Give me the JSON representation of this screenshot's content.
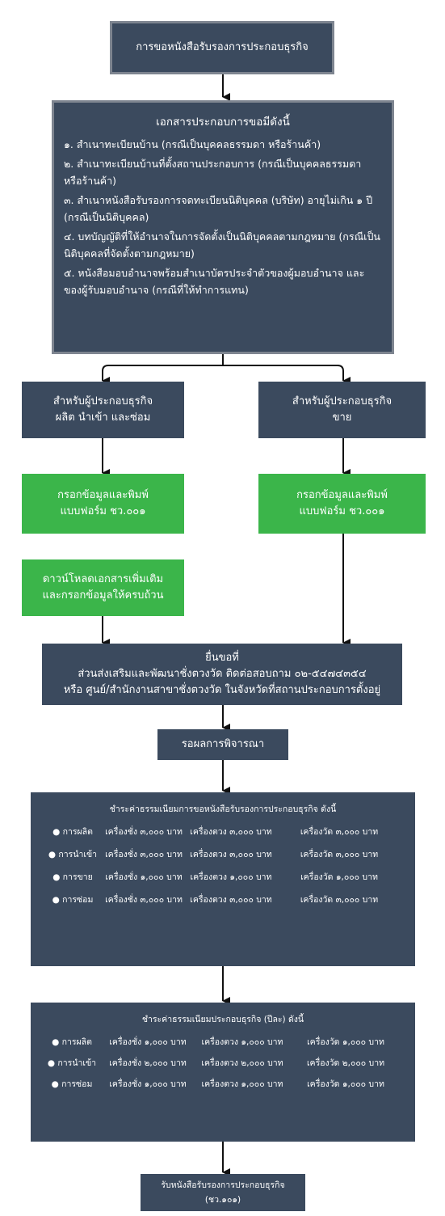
{
  "start": "การขอหนังสือรับรองการประกอบธุรกิจ",
  "documents": {
    "title": "เอกสารประกอบการขอมีดังนี้",
    "items": [
      "๑. สำเนาทะเบียนบ้าน (กรณีเป็นบุคคลธรรมดา หรือร้านค้า)",
      "๒. สำเนาทะเบียนบ้านที่ตั้งสถานประกอบการ (กรณีเป็นบุคคลธรรมดา หรือร้านค้า)",
      "๓. สำเนาหนังสือรับรองการจดทะเบียนนิติบุคคล (บริษัท) อายุไม่เกิน ๑ ปี (กรณีเป็นนิติบุคคล)",
      "๔. บทบัญญัติที่ให้อำนาจในการจัดตั้งเป็นนิติบุคคลตามกฎหมาย (กรณีเป็นนิติบุคคลที่จัดตั้งตามกฎหมาย)",
      "๕. หนังสือมอบอำนาจพร้อมสำเนาบัตรประจำตัวของผู้มอบอำนาจ และของผู้รับมอบอำนาจ (กรณีที่ให้ทำการแทน)"
    ]
  },
  "left_branch": {
    "line1": "สำหรับผู้ประกอบธุรกิจ",
    "line2": "ผลิต นำเข้า และซ่อม",
    "form_line1": "กรอกข้อมูลและพิมพ์",
    "form_line2": "แบบฟอร์ม ชว.๐๐๑",
    "download_line1": "ดาวน์โหลดเอกสารเพิ่มเติม",
    "download_line2": "และกรอกข้อมูลให้ครบถ้วน"
  },
  "right_branch": {
    "line1": "สำหรับผู้ประกอบธุรกิจ",
    "line2": "ขาย",
    "form_line1": "กรอกข้อมูลและพิมพ์",
    "form_line2": "แบบฟอร์ม ชว.๐๐๑"
  },
  "submit": {
    "line1": "ยื่นขอที่",
    "line2": "ส่วนส่งเสริมและพัฒนาชั่งตวงวัด ติดต่อสอบถาม ๐๒-๕๔๗๔๓๕๔",
    "line3": "หรือ ศูนย์/สำนักงานสาขาชั่งตวงวัด ในจังหวัดที่สถานประกอบการตั้งอยู่"
  },
  "wait": "รอผลการพิจารณา",
  "fee_certificate": {
    "title": "ชำระค่าธรรมเนียมการขอหนังสือรับรองการประกอบธุรกิจ ดังนี้",
    "rows": [
      {
        "type": "● การผลิต",
        "scale": "เครื่องชั่ง ๓,๐๐๐ บาท",
        "measure": "เครื่องตวง ๓,๐๐๐ บาท",
        "gauge": "เครื่องวัด ๓,๐๐๐ บาท"
      },
      {
        "type": "● การนำเข้า",
        "scale": "เครื่องชั่ง ๓,๐๐๐ บาท",
        "measure": "เครื่องตวง ๓,๐๐๐ บาท",
        "gauge": "เครื่องวัด ๓,๐๐๐ บาท"
      },
      {
        "type": "● การขาย",
        "scale": "เครื่องชั่ง ๑,๐๐๐ บาท",
        "measure": "เครื่องตวง ๑,๐๐๐ บาท",
        "gauge": "เครื่องวัด ๑,๐๐๐ บาท"
      },
      {
        "type": "● การซ่อม",
        "scale": "เครื่องชั่ง ๓,๐๐๐ บาท",
        "measure": "เครื่องตวง ๓,๐๐๐ บาท",
        "gauge": "เครื่องวัด ๓,๐๐๐ บาท"
      }
    ]
  },
  "fee_annual": {
    "title": "ชำระค่าธรรมเนียมประกอบธุรกิจ (ปีละ) ดังนี้",
    "rows": [
      {
        "type": "● การผลิต",
        "scale": "เครื่องชั่ง ๑,๐๐๐ บาท",
        "measure": "เครื่องตวง ๑,๐๐๐ บาท",
        "gauge": "เครื่องวัด ๑,๐๐๐ บาท"
      },
      {
        "type": "● การนำเข้า",
        "scale": "เครื่องชั่ง ๒,๐๐๐ บาท",
        "measure": "เครื่องตวง ๒,๐๐๐ บาท",
        "gauge": "เครื่องวัด ๒,๐๐๐ บาท"
      },
      {
        "type": "● การซ่อม",
        "scale": "เครื่องชั่ง ๑,๐๐๐ บาท",
        "measure": "เครื่องตวง ๑,๐๐๐ บาท",
        "gauge": "เครื่องวัด ๑,๐๐๐ บาท"
      }
    ]
  },
  "receive": {
    "line1": "รับหนังสือรับรองการประกอบธุรกิจ",
    "line2": "(ชว.๑๐๑)"
  },
  "colors": {
    "box": "#3b4a5e",
    "green": "#3bb54a",
    "border": "#7e8590",
    "arrow": "#111111"
  }
}
